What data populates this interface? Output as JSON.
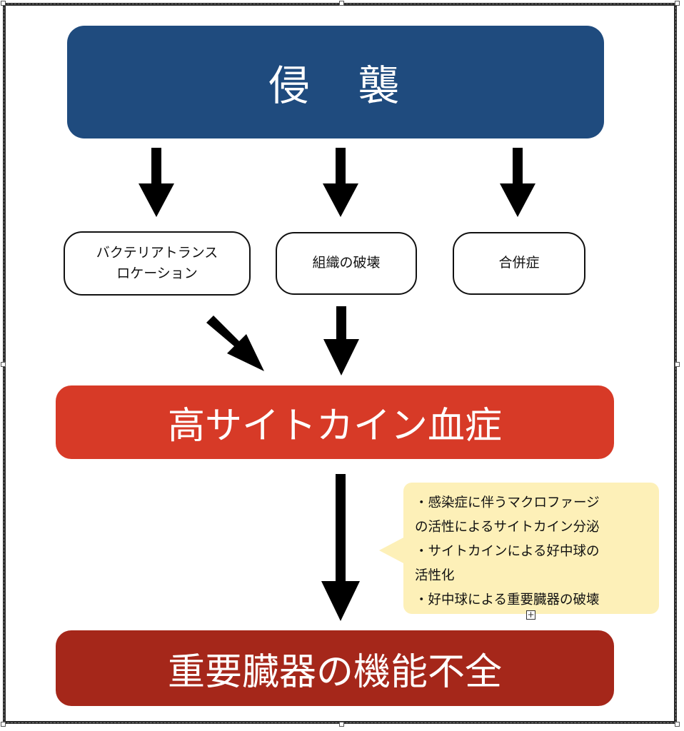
{
  "top": {
    "label": "侵　襲"
  },
  "causes": [
    {
      "lines": [
        "バクテリアトランス",
        "ロケーション"
      ]
    },
    {
      "lines": [
        "組織の破壊"
      ]
    },
    {
      "lines": [
        "合併症"
      ]
    }
  ],
  "middle": {
    "label": "高サイトカイン血症"
  },
  "bottom": {
    "label": "重要臓器の機能不全"
  },
  "note": {
    "lines": [
      "・感染症に伴うマクロファージ",
      "の活性によるサイトカイン分泌",
      "・サイトカインによる好中球の",
      "活性化",
      "・好中球による重要臓器の破壊"
    ],
    "expand_symbol": "+"
  },
  "colors": {
    "top": "#1f4b7e",
    "middle": "#d73a27",
    "bottom": "#a5271a",
    "note": "#fdf0b8",
    "arrow": "#000000"
  },
  "icons": [
    "arrow-down-icon",
    "arrow-diagonal-icon",
    "expand-icon"
  ]
}
